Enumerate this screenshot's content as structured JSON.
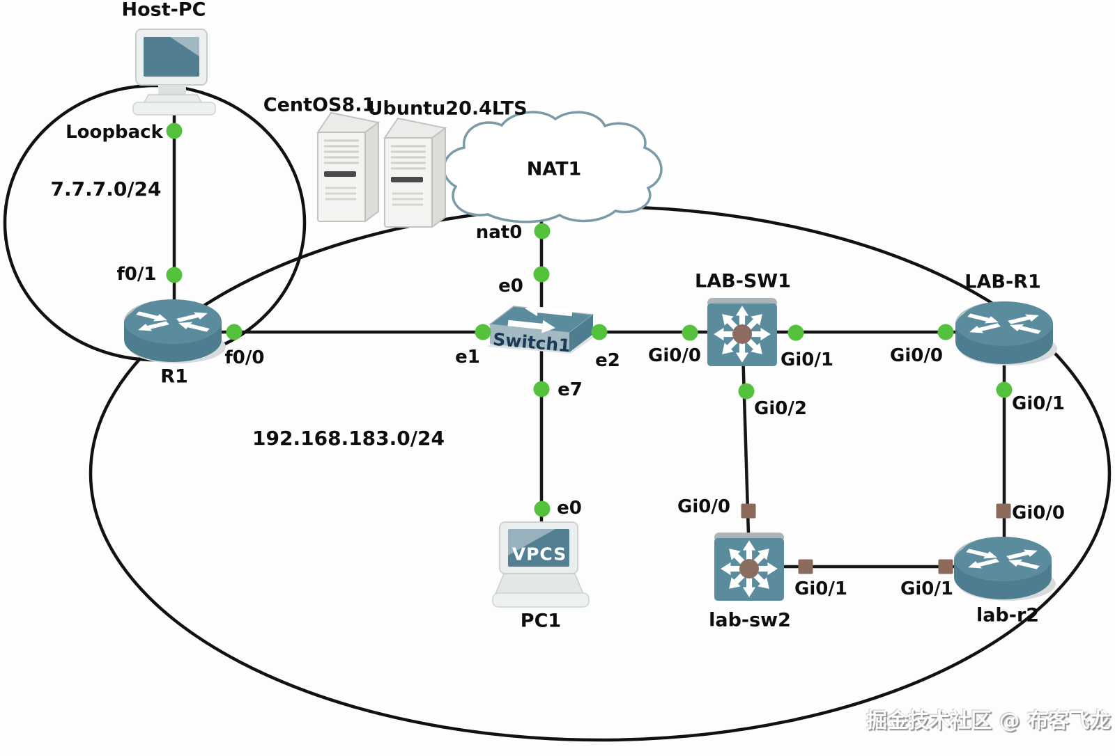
{
  "app": "network-topology-diagram",
  "colors": {
    "device_teal": "#5b8c9e",
    "device_teal_dark": "#4e7d8f",
    "highlight_gray": "#b7c1c5",
    "link_line": "#161616",
    "ellipse_stroke": "#111111",
    "status_up_green": "#53c13c",
    "status_down_brown": "#8b6a5b",
    "cloud_stroke": "#7a9aa8",
    "switch_label_navy": "#1b3954"
  },
  "networks": [
    {
      "label": "7.7.7.0/24"
    },
    {
      "label": "192.168.183.0/24"
    }
  ],
  "devices": [
    {
      "name": "Host-PC",
      "type": "pc"
    },
    {
      "name": "R1",
      "type": "router"
    },
    {
      "name": "CentOS8.1",
      "type": "server"
    },
    {
      "name": "Ubuntu20.4LTS",
      "type": "server"
    },
    {
      "name": "NAT1",
      "type": "cloud"
    },
    {
      "name": "Switch1",
      "type": "ethernet-switch"
    },
    {
      "name": "PC1",
      "type": "vpcs",
      "screen_text": "VPCS"
    },
    {
      "name": "LAB-SW1",
      "type": "multilayer-switch"
    },
    {
      "name": "LAB-R1",
      "type": "router"
    },
    {
      "name": "lab-sw2",
      "type": "multilayer-switch"
    },
    {
      "name": "lab-r2",
      "type": "router"
    }
  ],
  "interfaces": [
    {
      "device": "Host-PC",
      "label": "Loopback",
      "status": "up"
    },
    {
      "device": "R1",
      "label": "f0/1",
      "status": "up"
    },
    {
      "device": "R1",
      "label": "f0/0",
      "status": "up"
    },
    {
      "device": "NAT1",
      "label": "nat0",
      "status": "up"
    },
    {
      "device": "Switch1",
      "label": "e0",
      "status": "up"
    },
    {
      "device": "Switch1",
      "label": "e1",
      "status": "up"
    },
    {
      "device": "Switch1",
      "label": "e2",
      "status": "up"
    },
    {
      "device": "Switch1",
      "label": "e7",
      "status": "up"
    },
    {
      "device": "PC1",
      "label": "e0",
      "status": "up"
    },
    {
      "device": "LAB-SW1",
      "label": "Gi0/0",
      "status": "up"
    },
    {
      "device": "LAB-SW1",
      "label": "Gi0/1",
      "status": "up"
    },
    {
      "device": "LAB-SW1",
      "label": "Gi0/2",
      "status": "up"
    },
    {
      "device": "LAB-R1",
      "label": "Gi0/0",
      "status": "up"
    },
    {
      "device": "LAB-R1",
      "label": "Gi0/1",
      "status": "up"
    },
    {
      "device": "lab-sw2",
      "label": "Gi0/0",
      "status": "down"
    },
    {
      "device": "lab-sw2",
      "label": "Gi0/1",
      "status": "down"
    },
    {
      "device": "lab-r2",
      "label": "Gi0/0",
      "status": "down"
    },
    {
      "device": "lab-r2",
      "label": "Gi0/1",
      "status": "down"
    }
  ],
  "watermark": "掘金技术社区 @ 布客飞龙"
}
